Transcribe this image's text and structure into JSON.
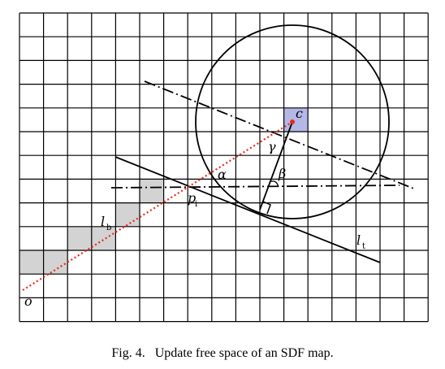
{
  "figure": {
    "labels": {
      "origin": "o",
      "beam": "l",
      "beam_sub": "b",
      "tangent": "l",
      "tangent_sub": "t",
      "point": "p",
      "point_sub": "i",
      "center": "c",
      "alpha": "α",
      "beta": "β",
      "gamma": "γ"
    },
    "colors": {
      "grid_line": "#000000",
      "occupied_cell": "#d3d3d3",
      "target_cell": "#b4b8e6",
      "ray": "#e8281e",
      "center_dot": "#e8281e",
      "line": "#000000"
    }
  },
  "caption": {
    "prefix": "Fig. 4.",
    "text": "Update free space of an SDF map."
  }
}
